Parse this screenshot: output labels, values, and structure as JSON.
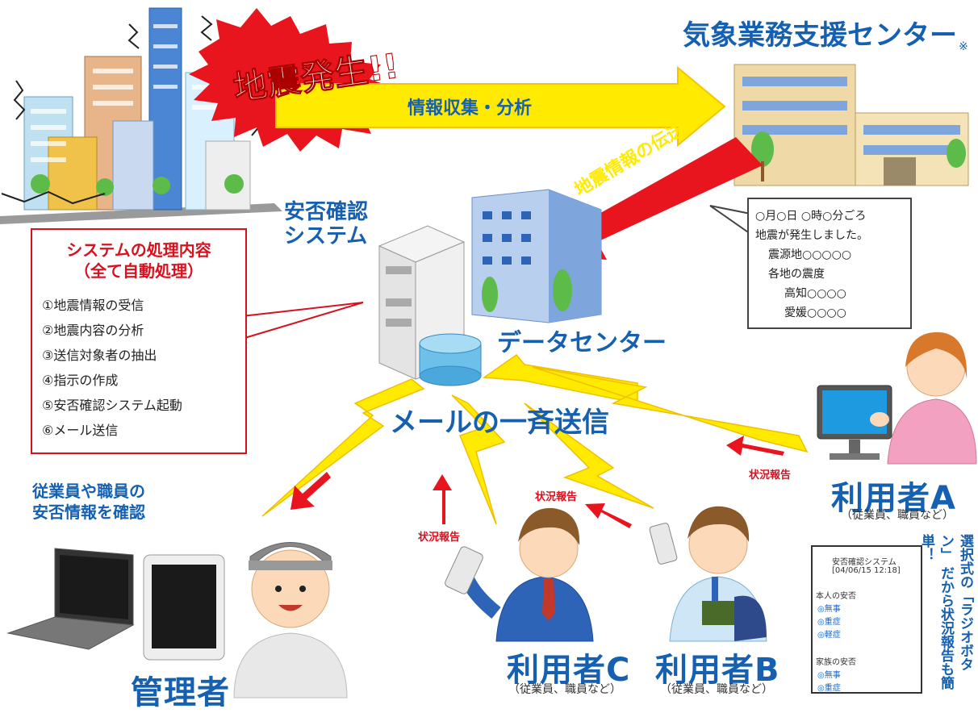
{
  "earthquake_banner": "地震発生!!",
  "arrow_collect": "情報収集・分析",
  "weather_center": {
    "title": "気象業務支援センター",
    "note_mark": "※"
  },
  "arrow_transmit": "地震情報の伝送",
  "system_label": {
    "line1": "安否確認",
    "line2": "システム"
  },
  "datacenter_label": "データセンター",
  "bulk_mail": "メールの一斉送信",
  "process_box": {
    "title_line1": "システムの処理内容",
    "title_line2": "（全て自動処理）",
    "items": [
      "①地震情報の受信",
      "②地震内容の分析",
      "③送信対象者の抽出",
      "④指示の作成",
      "⑤安否確認システム起動",
      "⑥メール送信"
    ]
  },
  "quake_info": {
    "line1": "○月○日 ○時○分ごろ",
    "line2": "地震が発生しました。",
    "line3": "震源地○○○○○",
    "line4": "各地の震度",
    "line5": "高知○○○○",
    "line6": "愛媛○○○○"
  },
  "admin_caption": {
    "line1": "従業員や職員の",
    "line2": "安否情報を確認"
  },
  "admin_label": "管理者",
  "users": [
    {
      "name": "利用者A",
      "sub": "（従業員、職員など）"
    },
    {
      "name": "利用者B",
      "sub": "（従業員、職員など）"
    },
    {
      "name": "利用者C",
      "sub": "（従業員、職員など）"
    }
  ],
  "status_report": "状況報告",
  "radio_screen": {
    "header1": "安否確認システム",
    "header2": "[04/06/15 12:18]",
    "section1": "本人の安否",
    "opt1": "◎無事",
    "opt2": "◎重症",
    "opt3": "◎軽症",
    "section2": "家族の安否",
    "opt4": "◎無事",
    "opt5": "◎重症"
  },
  "radio_note": {
    "line1": "選択式の「ラジオボタン」",
    "line2": "だから状況報告も簡単！"
  },
  "colors": {
    "blue_text": "#1560b0",
    "red": "#d6121f",
    "yellow": "#ffea00",
    "building_tan": "#efd9a7",
    "building_blue": "#7fa6dc"
  },
  "icons": [
    "city-buildings-icon",
    "office-building-icon",
    "server-icon",
    "database-icon",
    "datacenter-building-icon",
    "laptop-icon",
    "tablet-icon",
    "desktop-monitor-icon",
    "smartphone-icon",
    "person-icon"
  ]
}
